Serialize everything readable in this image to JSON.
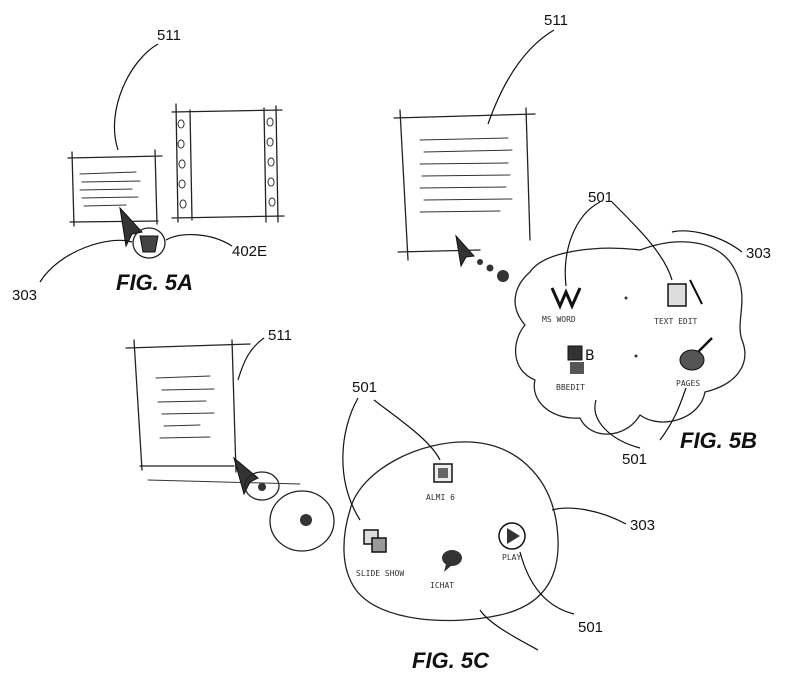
{
  "figures": {
    "fig5a": {
      "title": "FIG. 5A",
      "labels": {
        "window": "511",
        "cursor": "303",
        "icon": "402E"
      }
    },
    "fig5b": {
      "title": "FIG. 5B",
      "labels": {
        "window": "511",
        "icons_top": "501",
        "cloud": "303",
        "icons_bottom": "501"
      },
      "icons": [
        "MS WORD",
        "TEXT EDIT",
        "BBEDIT",
        "PAGES"
      ]
    },
    "fig5c": {
      "title": "FIG. 5C",
      "labels": {
        "window": "511",
        "icons_top": "501",
        "cloud": "303",
        "icons_bottom": "501"
      },
      "icons": [
        "ALMI 6",
        "SLIDE SHOW",
        "ICHAT",
        "PLAY"
      ]
    }
  }
}
